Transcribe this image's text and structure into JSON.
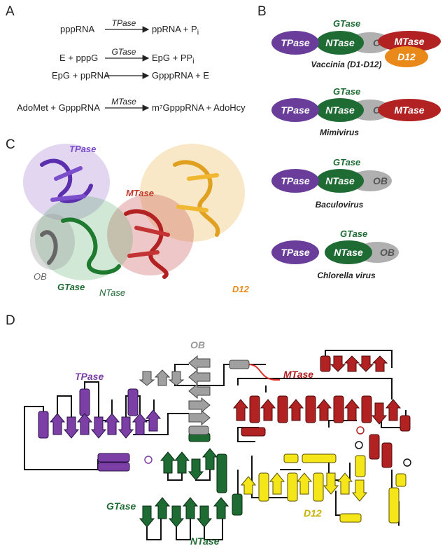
{
  "panels": {
    "a": "A",
    "b": "B",
    "c": "C",
    "d": "D"
  },
  "reactions": [
    {
      "left": "pppRNA",
      "enzyme": "TPase",
      "right_main": "ppRNA + P",
      "right_sub": "i"
    },
    {
      "left": "E + pppG",
      "enzyme": "GTase",
      "right_main": "EpG + PP",
      "right_sub": "i"
    },
    {
      "left": "EpG + ppRNA",
      "enzyme": "",
      "right_main": "GpppRNA + E",
      "right_sub": ""
    },
    {
      "left": "AdoMet + GpppRNA",
      "enzyme": "MTase",
      "right_main": "m⁷GpppRNA + AdoHcy",
      "right_sub": ""
    }
  ],
  "domains": {
    "tpase": "TPase",
    "ntase": "NTase",
    "ob": "OB",
    "mtase": "MTase",
    "d12": "D12",
    "gtase": "GTase"
  },
  "organisms": [
    "Vaccinia (D1-D12)",
    "Mimivirus",
    "Baculovirus",
    "Chlorella virus"
  ],
  "structure_labels": {
    "tpase": "TPase",
    "mtase": "MTase",
    "ob": "OB",
    "gtase": "GTase",
    "ntase": "NTase",
    "d12": "D12"
  },
  "topology_labels": {
    "ob": "OB",
    "tpase": "TPase",
    "mtase": "MTase",
    "gtase": "GTase",
    "ntase": "NTase",
    "d12": "D12"
  },
  "colors": {
    "tpase": "#6a3d9a",
    "ntase": "#1e6b33",
    "ob": "#a9a9a9",
    "mtase": "#b22222",
    "d12": "#e8891a",
    "gtase_text": "#1e6b33",
    "d12_yellow": "#f5e61a"
  }
}
